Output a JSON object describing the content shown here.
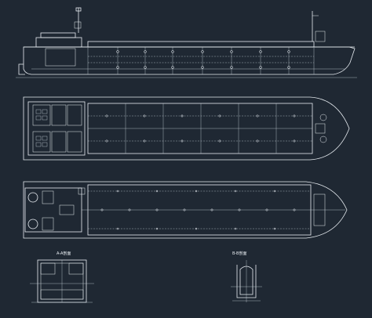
{
  "drawing": {
    "background": "#1f2833",
    "line_color": "#e8edf2",
    "views": [
      {
        "id": "profile-view"
      },
      {
        "id": "main-deck-plan"
      },
      {
        "id": "hold-plan"
      },
      {
        "id": "section-a"
      },
      {
        "id": "section-b"
      }
    ],
    "section_a_title": "A-A剖面",
    "section_b_title": "B-B剖面"
  }
}
